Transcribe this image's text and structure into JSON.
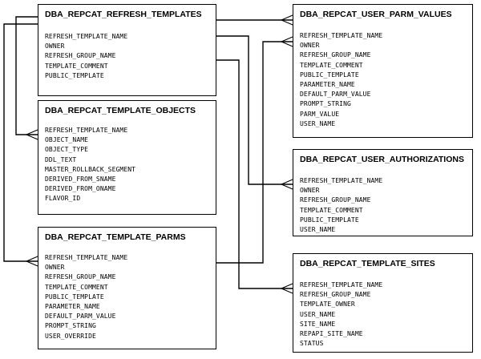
{
  "entities": [
    {
      "title": "DBA_REPCAT_REFRESH_TEMPLATES",
      "attributes": [
        "REFRESH_TEMPLATE_NAME",
        "OWNER",
        "REFRESH_GROUP_NAME",
        "TEMPLATE_COMMENT",
        "PUBLIC_TEMPLATE"
      ]
    },
    {
      "title": "DBA_REPCAT_TEMPLATE_OBJECTS",
      "attributes": [
        "REFRESH_TEMPLATE_NAME",
        "OBJECT_NAME",
        "OBJECT_TYPE",
        "DDL_TEXT",
        "MASTER_ROLLBACK_SEGMENT",
        "DERIVED_FROM_SNAME",
        "DERIVED_FROM_ONAME",
        "FLAVOR_ID"
      ]
    },
    {
      "title": "DBA_REPCAT_TEMPLATE_PARMS",
      "attributes": [
        "REFRESH_TEMPLATE_NAME",
        "OWNER",
        "REFRESH_GROUP_NAME",
        "TEMPLATE_COMMENT",
        "PUBLIC_TEMPLATE",
        "PARAMETER_NAME",
        "DEFAULT_PARM_VALUE",
        "PROMPT_STRING",
        "USER_OVERRIDE"
      ]
    },
    {
      "title": "DBA_REPCAT_USER_PARM_VALUES",
      "attributes": [
        "REFRESH_TEMPLATE_NAME",
        "OWNER",
        "REFRESH_GROUP_NAME",
        "TEMPLATE_COMMENT",
        "PUBLIC_TEMPLATE",
        "PARAMETER_NAME",
        "DEFAULT_PARM_VALUE",
        "PROMPT_STRING",
        "PARM_VALUE",
        "USER_NAME"
      ]
    },
    {
      "title": "DBA_REPCAT_USER_AUTHORIZATIONS",
      "attributes": [
        "REFRESH_TEMPLATE_NAME",
        "OWNER",
        "REFRESH_GROUP_NAME",
        "TEMPLATE_COMMENT",
        "PUBLIC_TEMPLATE",
        "USER_NAME"
      ]
    },
    {
      "title": "DBA_REPCAT_TEMPLATE_SITES",
      "attributes": [
        "REFRESH_TEMPLATE_NAME",
        "REFRESH_GROUP_NAME",
        "TEMPLATE_OWNER",
        "USER_NAME",
        "SITE_NAME",
        "REPAPI_SITE_NAME",
        "STATUS"
      ]
    }
  ]
}
